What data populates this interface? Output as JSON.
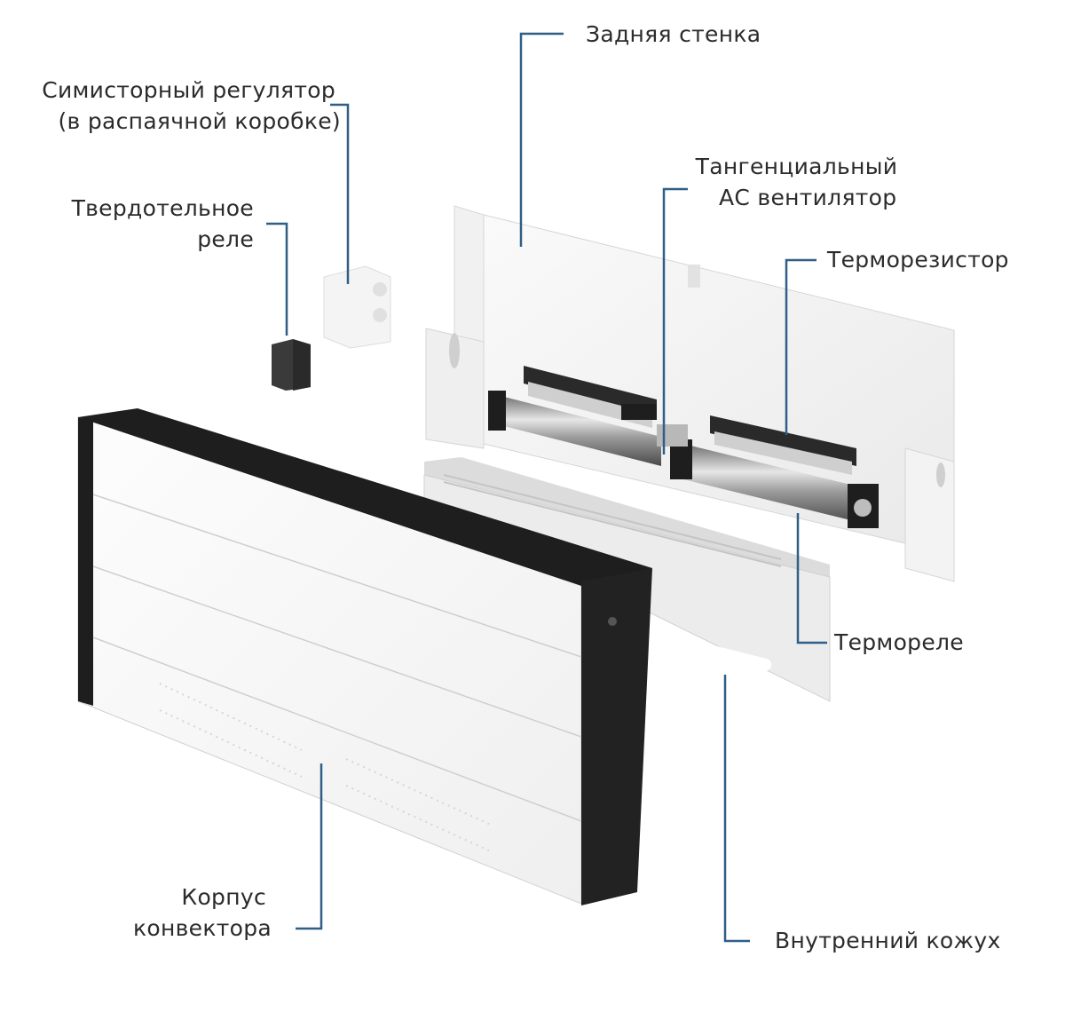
{
  "title": "Convector exploded view",
  "colors": {
    "leader_line": "#2f5f86",
    "text": "#2b2b2b",
    "body_dark": "#1e1e1e"
  },
  "labels": {
    "back_wall": "Задняя стенка",
    "triac_line1": "Симисторный регулятор",
    "triac_line2": "(в распаячной коробке)",
    "relay_line1": "Твердотельное",
    "relay_line2": "реле",
    "fan_line1": "Тангенциальный",
    "fan_line2": "АС вентилятор",
    "thermistor": "Терморезистор",
    "thermostat": "Термореле",
    "inner_shroud": "Внутренний кожух",
    "body_line1": "Корпус",
    "body_line2": "конвектора"
  }
}
